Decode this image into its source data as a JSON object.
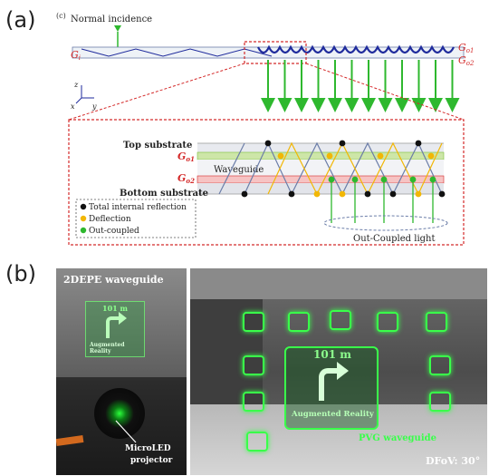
{
  "panels": {
    "a": "(a)",
    "b": "(b)"
  },
  "diagram_a": {
    "sublabel": "(c)",
    "normal_incidence": "Normal incidence",
    "g_i": "G",
    "g_i_sub": "i",
    "g_o1_top": "G",
    "g_o1_top_sub": "o1",
    "g_o2_top": "G",
    "g_o2_top_sub": "o2",
    "axis_z": "z",
    "axis_x": "x",
    "axis_y": "y",
    "top_substrate": "Top substrate",
    "g_o1": "G",
    "g_o1_sub": "o1",
    "waveguide": "Waveguide",
    "g_o2": "G",
    "g_o2_sub": "o2",
    "bottom_substrate": "Bottom substrate",
    "legend": {
      "tir": "Total internal reflection",
      "deflection": "Deflection",
      "outcoupled": "Out-coupled"
    },
    "outcoupled_light": "Out-Coupled light"
  },
  "photo_left": {
    "title": "2DEPE waveguide",
    "distance": "101 m",
    "ar_label": "Augmented Reality",
    "projector_line1": "MicroLED",
    "projector_line2": "projector"
  },
  "photo_right": {
    "distance": "101 m",
    "ar_label": "Augmented Reality",
    "pvg_label": "PVG waveguide",
    "dfov": "DFoV:  30°"
  },
  "colors": {
    "accent_red": "#d42a2a",
    "green": "#2eb82e",
    "yellow": "#f2b705",
    "blue": "#1e2a9c",
    "ar_green": "#39ff4a"
  }
}
